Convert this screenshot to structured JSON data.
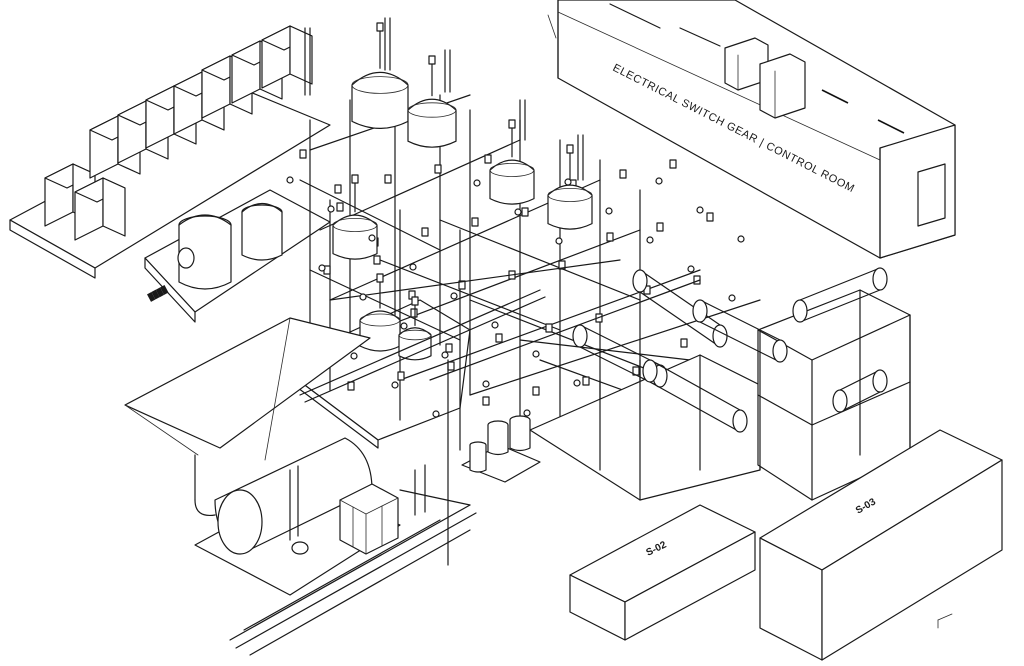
{
  "drawing": {
    "room_label": "ELECTRICAL SWITCH GEAR | CONTROL ROOM",
    "tank_label_small": "S-02",
    "tank_label_large": "S-03"
  }
}
